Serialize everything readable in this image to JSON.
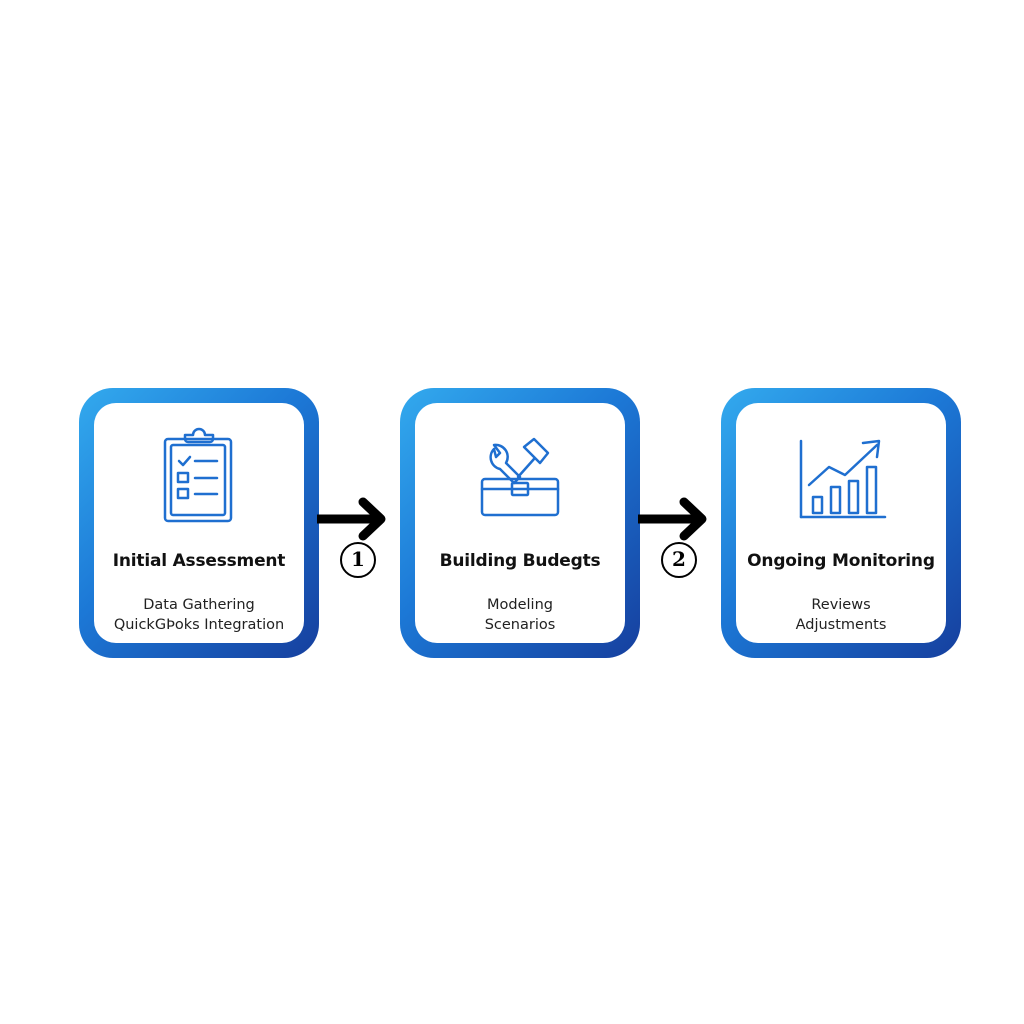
{
  "steps": [
    {
      "title": "Initial Assessment",
      "lines": [
        "Data Gathering",
        "QuickGÞoks Integration"
      ],
      "icon": "clipboard-checklist-icon"
    },
    {
      "title": "Building Budegts",
      "lines": [
        "Modeling",
        "Scenarios"
      ],
      "icon": "toolbox-icon"
    },
    {
      "title": "Ongoing Monitoring",
      "lines": [
        "Reviews",
        "Adjustments"
      ],
      "icon": "bar-chart-trend-icon"
    }
  ],
  "connectors": [
    {
      "number": "1"
    },
    {
      "number": "2"
    }
  ],
  "colors": {
    "accent_light": "#33aaee",
    "accent_dark": "#163f9e",
    "icon_blue": "#1f6fd0"
  }
}
